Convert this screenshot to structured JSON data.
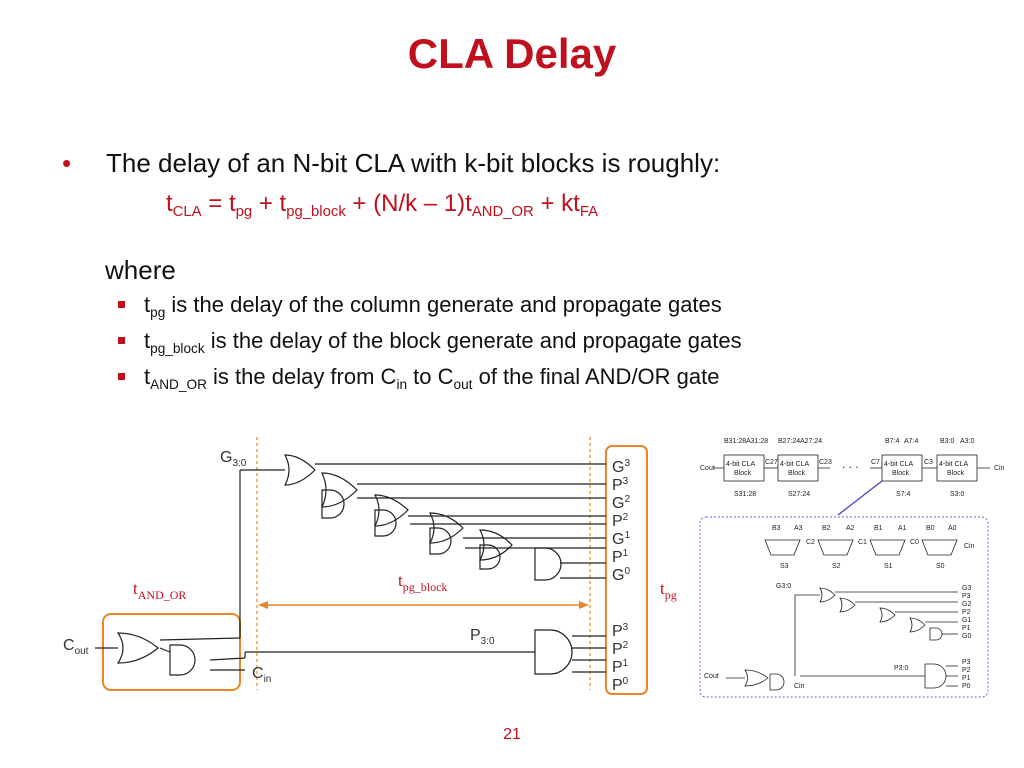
{
  "slide": {
    "title": "CLA Delay",
    "bullet": "The delay of an N-bit CLA with k-bit blocks is roughly:",
    "formula": {
      "t": "t",
      "cla": "CLA",
      "eq": " = t",
      "pg": "pg",
      "plus1": " + t",
      "pg_block": "pg_block",
      "mid": " + (N/k – 1)t",
      "and_or": "AND_OR",
      "plus2": " + kt",
      "fa": "FA"
    },
    "where": "where",
    "subbullets": [
      {
        "sym": "t",
        "sub": "pg",
        "text": " is the delay of the column generate and propagate gates"
      },
      {
        "sym": "t",
        "sub": "pg_block",
        "text": " is the delay of the block generate and propagate gates"
      },
      {
        "sym": "t",
        "sub": "AND_OR",
        "text_a": " is the delay from C",
        "sub_in": "in",
        "text_b": " to C",
        "sub_out": "out",
        "text_c": " of the final AND/OR gate"
      }
    ],
    "page_number": "21"
  },
  "diagram_main": {
    "g30": {
      "main": "G",
      "sub": "3:0"
    },
    "p30": {
      "main": "P",
      "sub": "3:0"
    },
    "cout": {
      "main": "C",
      "sub": "out"
    },
    "cin": {
      "main": "C",
      "sub": "in"
    },
    "inputs_top": [
      {
        "main": "G",
        "sub": "3"
      },
      {
        "main": "P",
        "sub": "3"
      },
      {
        "main": "G",
        "sub": "2"
      },
      {
        "main": "P",
        "sub": "2"
      },
      {
        "main": "G",
        "sub": "1"
      },
      {
        "main": "P",
        "sub": "1"
      },
      {
        "main": "G",
        "sub": "0"
      }
    ],
    "inputs_bottom": [
      {
        "main": "P",
        "sub": "3"
      },
      {
        "main": "P",
        "sub": "2"
      },
      {
        "main": "P",
        "sub": "1"
      },
      {
        "main": "P",
        "sub": "0"
      }
    ],
    "t_and_or": {
      "main": "t",
      "sub": "AND_OR"
    },
    "t_pg_block": {
      "main": "t",
      "sub": "pg_block"
    },
    "t_pg": {
      "main": "t",
      "sub": "pg"
    },
    "highlight_color": "#e8862a",
    "arrow_color": "#e8862a"
  },
  "diagram_thumb": {
    "block_label_1": "4-bit CLA",
    "block_label_2": "Block",
    "ellipsis": ". . .",
    "top_labels": [
      "B31:28",
      "A31:28",
      "B27:24",
      "A27:24",
      "B7:4",
      "A7:4",
      "B3:0",
      "A3:0"
    ],
    "carry_labels": [
      "Cout",
      "C27",
      "C23",
      "C7",
      "C3",
      "Cin"
    ],
    "sum_labels": [
      "S31:28",
      "S27:24",
      "S7:4",
      "S3:0"
    ],
    "adder_inputs": [
      "B3",
      "A3",
      "B2",
      "A2",
      "B1",
      "A1",
      "B0",
      "A0"
    ],
    "adder_carries": [
      "C2",
      "C1",
      "C0",
      "Cin"
    ],
    "adder_sums": [
      "S3",
      "S2",
      "S1",
      "S0"
    ],
    "gate_inputs": [
      "G3",
      "P3",
      "G2",
      "P2",
      "G1",
      "P1",
      "G0"
    ],
    "p_inputs": [
      "P3",
      "P2",
      "P1",
      "P0"
    ],
    "g30": "G3:0",
    "p30": "P3:0",
    "cout": "Cout",
    "cin": "Cin",
    "frame_color": "#3a3ad0"
  }
}
